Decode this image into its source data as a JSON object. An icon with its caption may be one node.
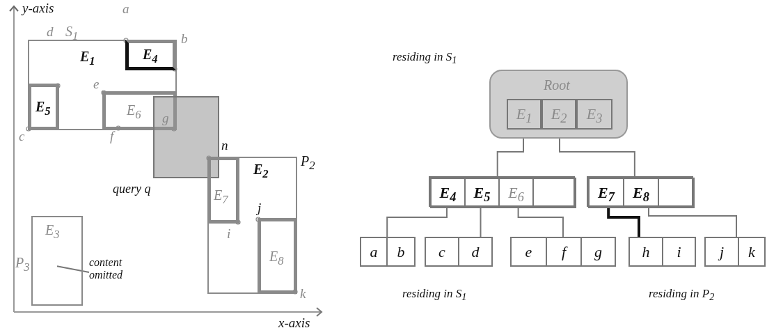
{
  "diagram": {
    "nodes": [
      {
        "text": [
          "S$_{1}$",
          "E$_{1}$"
        ]
      },
      {
        "text": [
          "E$_{4}$"
        ],
        "in": 0
      },
      {
        "text": [
          "E$_{5}$"
        ],
        "in": 0
      },
      {
        "text": [
          "E$_{6}$"
        ],
        "in": 0
      },
      {
        "text": [],
        "shape": "box",
        "beside": [
          "query q"
        ]
      },
      {
        "text": [
          "P$_{2}$",
          "E$_{2}$"
        ]
      },
      {
        "text": [
          "E$_{7}$"
        ],
        "in": 5
      },
      {
        "text": [
          "E$_{8}$"
        ],
        "in": 5
      },
      {
        "text": [
          "P$_{3}$",
          "E$_{3}$"
        ]
      },
      {
        "text": [
          "content omitted"
        ]
      },
      {
        "text": [
          "Root"
        ]
      },
      {
        "text": [
          "E$_{1}$"
        ],
        "in": 10
      },
      {
        "text": [
          "E$_{2}$"
        ],
        "in": 10
      },
      {
        "text": [
          "E$_{3}$"
        ],
        "in": 10
      },
      {
        "text": [],
        "shape": "box"
      },
      {
        "text": [
          "E$_{4}$"
        ],
        "in": 14
      },
      {
        "text": [
          "E$_{5}$"
        ],
        "in": 14
      },
      {
        "text": [
          "E$_{6}$"
        ],
        "in": 14
      },
      {
        "text": [],
        "shape": "box",
        "in": 14
      },
      {
        "text": [],
        "shape": "box"
      },
      {
        "text": [
          "E$_{7}$"
        ],
        "in": 19
      },
      {
        "text": [
          "E$_{8}$"
        ],
        "in": 19
      },
      {
        "text": [],
        "shape": "box",
        "in": 19
      },
      {
        "text": [
          "a"
        ]
      },
      {
        "text": [
          "b"
        ]
      },
      {
        "text": [
          "c"
        ]
      },
      {
        "text": [
          "d"
        ]
      },
      {
        "text": [
          "e"
        ]
      },
      {
        "text": [
          "f"
        ]
      },
      {
        "text": [
          "g"
        ]
      },
      {
        "text": [
          "h"
        ]
      },
      {
        "text": [
          "i"
        ]
      },
      {
        "text": [
          "j"
        ]
      },
      {
        "text": [
          "k"
        ]
      }
    ],
    "edges": [
      {
        "from": 9,
        "to": 8,
        "arrow": "none"
      },
      {
        "from": 11,
        "to": 14,
        "arrow": "none"
      },
      {
        "from": 12,
        "to": 19,
        "arrow": "none"
      },
      {
        "from": 15,
        "to": 23,
        "arrow": "none"
      },
      {
        "from": 16,
        "to": 26,
        "arrow": "none"
      },
      {
        "from": 17,
        "to": 28,
        "arrow": "none"
      },
      {
        "from": 20,
        "to": 30,
        "arrow": "none",
        "style": "thick",
        "color": "#111111"
      },
      {
        "from": 21,
        "to": 32,
        "arrow": "none"
      }
    ],
    "labels": [
      "y-axis",
      "a",
      "b",
      "d",
      "e",
      "c",
      "f",
      "g",
      "n",
      "j",
      "i",
      "k",
      "x-axis",
      "residing in S$_{1}$",
      "residing in S$_{1}$",
      "residing in P$_{2}$"
    ]
  }
}
